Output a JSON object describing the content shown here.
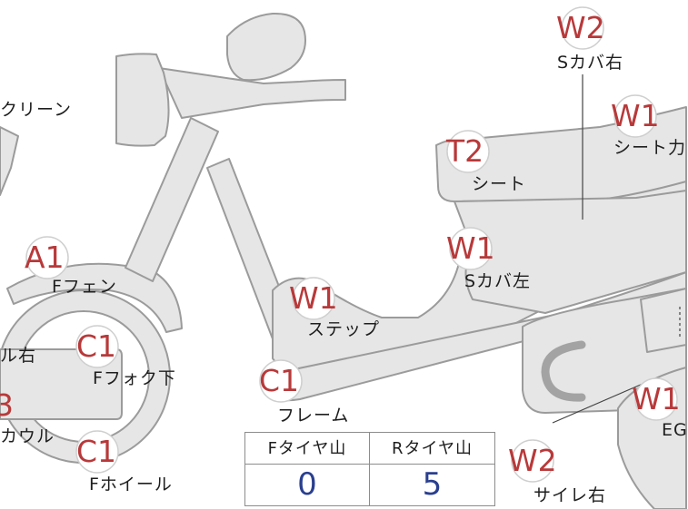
{
  "parts": [
    {
      "id": "screen",
      "grade": "",
      "label": "クリーン"
    },
    {
      "id": "s-cover-r",
      "grade": "W2",
      "label": "Sカバ右"
    },
    {
      "id": "seat-cover",
      "grade": "W1",
      "label": "シート力"
    },
    {
      "id": "seat",
      "grade": "T2",
      "label": "シート"
    },
    {
      "id": "f-fender",
      "grade": "A1",
      "label": "Fフェン"
    },
    {
      "id": "s-cover-l",
      "grade": "W1",
      "label": "Sカバ左"
    },
    {
      "id": "step",
      "grade": "W1",
      "label": "ステップ"
    },
    {
      "id": "mirror-r",
      "grade": "",
      "label": "ル右"
    },
    {
      "id": "f-fork",
      "grade": "C1",
      "label": "Fフォク下"
    },
    {
      "id": "frame",
      "grade": "C1",
      "label": "フレーム"
    },
    {
      "id": "cowl",
      "grade": "3",
      "label": "カウル"
    },
    {
      "id": "f-wheel",
      "grade": "C1",
      "label": "Fホイール"
    },
    {
      "id": "muffler-r",
      "grade": "W2",
      "label": "サイレ右"
    },
    {
      "id": "engine",
      "grade": "W1",
      "label": "EG"
    }
  ],
  "tire_table": {
    "front_header": "Fタイヤ山",
    "rear_header": "Rタイヤ山",
    "front_value": "0",
    "rear_value": "5"
  }
}
